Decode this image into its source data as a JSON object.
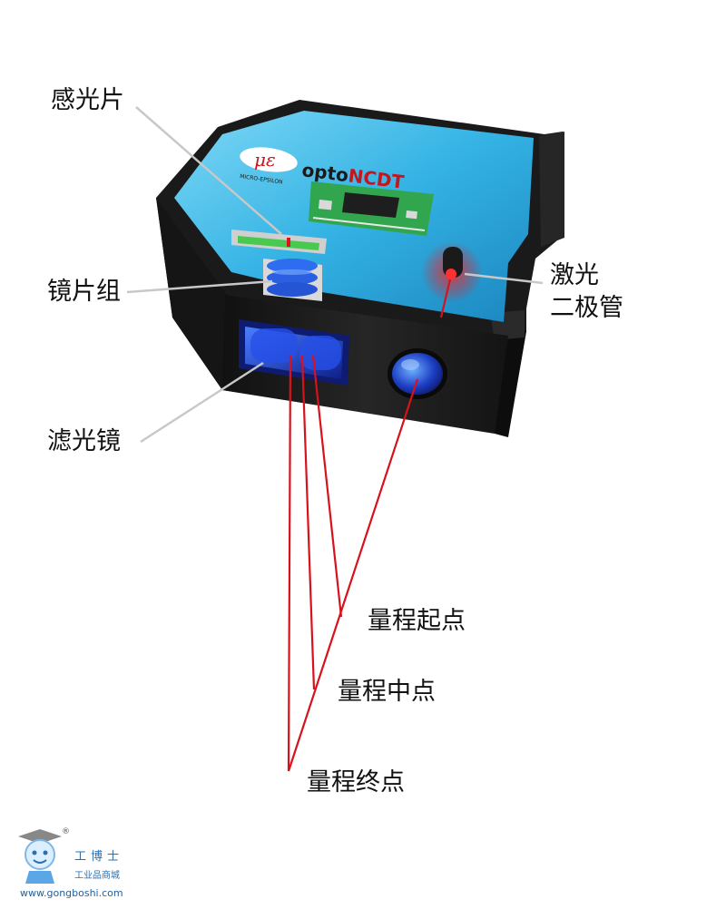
{
  "labels": {
    "sensor": "感光片",
    "lens_group": "镜片组",
    "laser_line1": "激光",
    "laser_line2": "二极管",
    "filter": "滤光镜",
    "range_start": "量程起点",
    "range_mid": "量程中点",
    "range_end": "量程终点"
  },
  "device": {
    "brand_logo": "με",
    "brand_small": "MICRO-EPSILON",
    "product_prefix": "opto",
    "product_suffix": "NCDT"
  },
  "watermark": {
    "name": "工博士",
    "subtitle": "工业品商城",
    "url": "www.gongboshi.com",
    "registered": "®"
  },
  "colors": {
    "housing": "#1c1c1c",
    "panel": "#35b6e3",
    "beam": "#d8121c",
    "leader": "#c8c8c8",
    "pcb": "#2fa84f"
  }
}
